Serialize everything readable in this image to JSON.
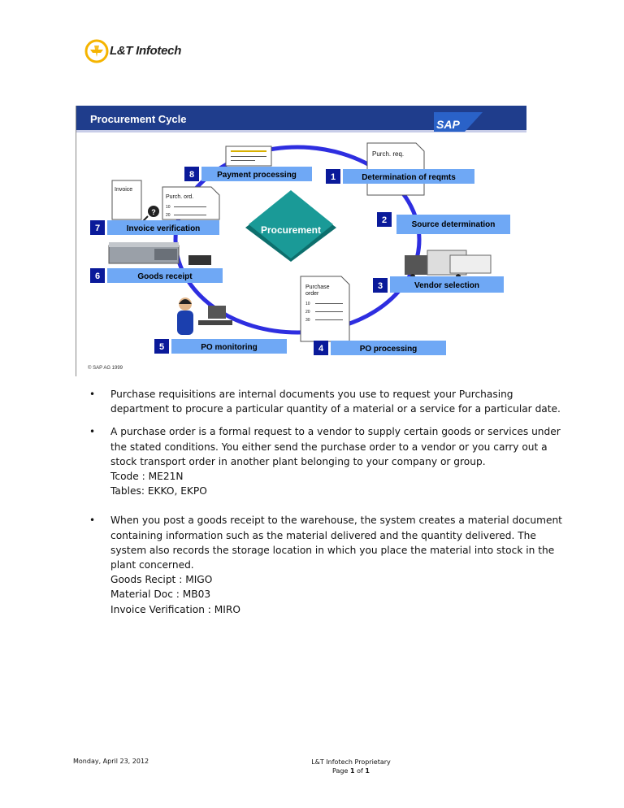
{
  "header": {
    "logo_text": "L&T Infotech"
  },
  "slide": {
    "title": "Procurement Cycle",
    "brand": "SAP",
    "center_label": "Procurement",
    "copyright": "© SAP AG 1999",
    "steps": [
      {
        "num": "1",
        "label": "Determination of reqmts"
      },
      {
        "num": "2",
        "label": "Source determination"
      },
      {
        "num": "3",
        "label": "Vendor selection"
      },
      {
        "num": "4",
        "label": "PO processing"
      },
      {
        "num": "5",
        "label": "PO monitoring"
      },
      {
        "num": "6",
        "label": "Goods receipt"
      },
      {
        "num": "7",
        "label": "Invoice verification"
      },
      {
        "num": "8",
        "label": "Payment processing"
      }
    ],
    "doc_purch_req": "Purch. req.",
    "doc_invoice": "Invoice",
    "doc_purch_ord": "Purch. ord.",
    "doc_lines_a": [
      "10",
      "20"
    ],
    "doc_purchase_order": [
      "Purchase",
      "order"
    ],
    "doc_lines_b": [
      "10",
      "20",
      "30"
    ],
    "question_mark": "?",
    "colors": {
      "title_bar": "#1f3d8c",
      "step_box": "#6fa8f5",
      "step_num": "#0a1a9a",
      "diamond": "#178c8a",
      "circle": "#2e2ee0"
    }
  },
  "bullets": [
    {
      "lines": [
        "Purchase requisitions are internal documents you use to request your Purchasing",
        "department to procure a particular quantity of a material or a service for a particular date."
      ]
    },
    {
      "lines": [
        "A purchase order is a formal request to a vendor to supply certain goods or services under",
        "the stated conditions. You either send the purchase order to a vendor or you carry out a",
        "stock transport order in another plant belonging to your company or group.",
        "Tcode : ME21N",
        "Tables: EKKO, EKPO"
      ]
    },
    {
      "lines": [
        "When you post a goods receipt to the warehouse, the system creates a material document",
        "containing information such as the material delivered and the quantity delivered. The",
        "system also records the storage location in which you place the material into stock in the",
        "plant concerned.",
        "Goods Recipt : MIGO",
        "Material Doc : MB03",
        "Invoice Verification : MIRO"
      ]
    }
  ],
  "footer": {
    "date": "Monday, April 23, 2012",
    "proprietary": "L&T Infotech Proprietary",
    "page_label": "Page",
    "page_num": "1",
    "page_of": "of",
    "page_total": "1"
  }
}
